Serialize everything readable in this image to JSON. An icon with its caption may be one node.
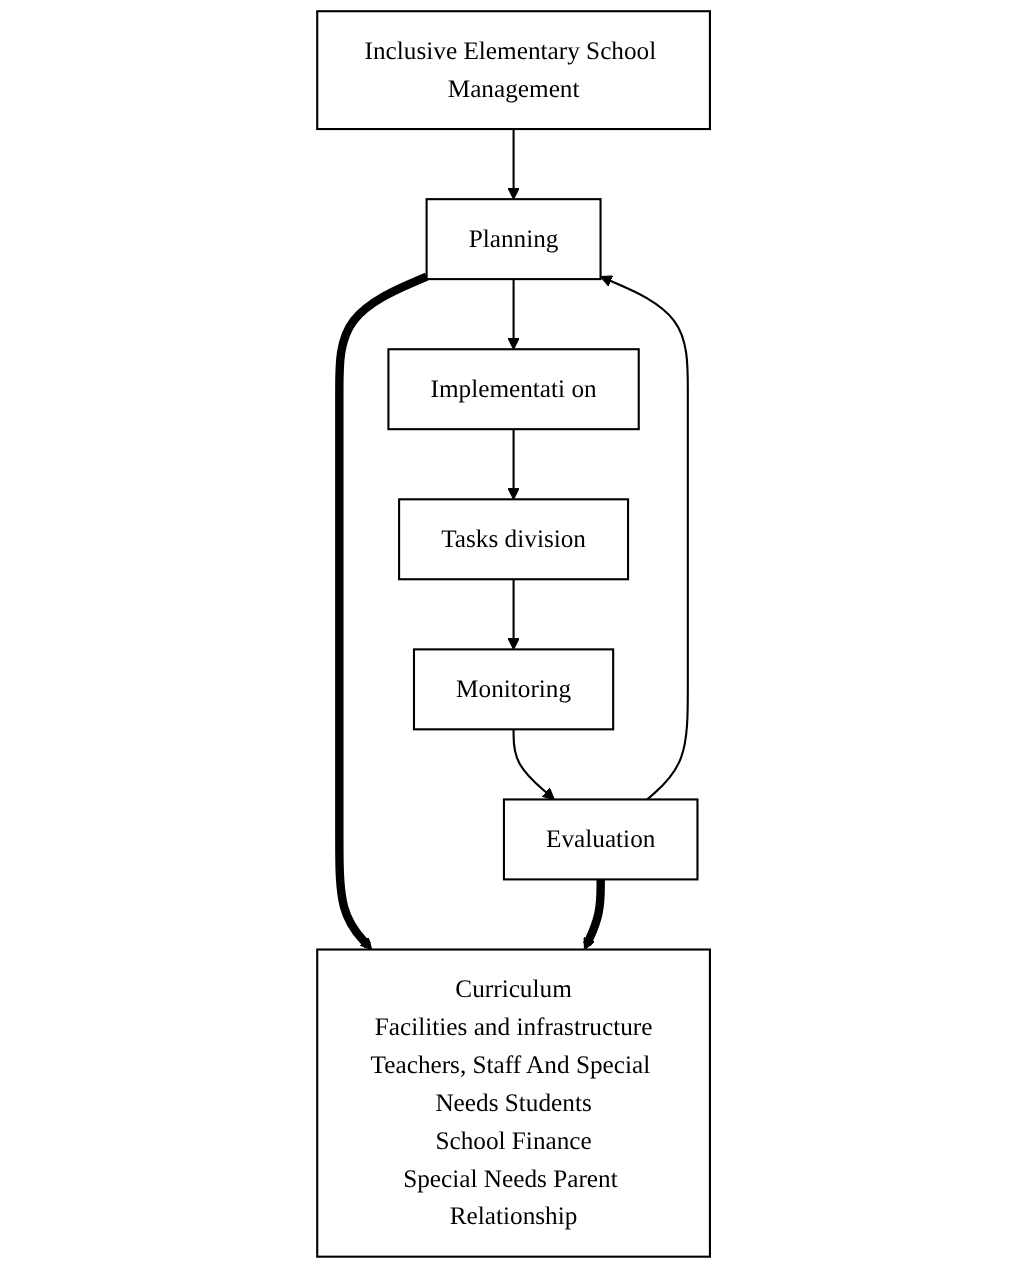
{
  "diagram": {
    "nodes": [
      {
        "text": [
          "Inclusive Elementary School Management"
        ]
      },
      {
        "text": [
          "Planning"
        ]
      },
      {
        "text": [
          "Implementati on"
        ]
      },
      {
        "text": [
          "Tasks division"
        ]
      },
      {
        "text": [
          "Monitoring"
        ]
      },
      {
        "text": [
          "Evaluation"
        ]
      },
      {
        "text": [
          "Curriculum",
          "Facilities and infrastructure",
          "Teachers, Staff And Special Needs Students",
          "School Finance",
          "Special Needs Parent Relationship"
        ]
      }
    ],
    "edges": [
      {
        "from": 0,
        "to": 1,
        "arrow": "to"
      },
      {
        "from": 1,
        "to": 2,
        "arrow": "to"
      },
      {
        "from": 2,
        "to": 3,
        "arrow": "to"
      },
      {
        "from": 3,
        "to": 4,
        "arrow": "to"
      },
      {
        "from": 4,
        "to": 5,
        "arrow": "to"
      },
      {
        "from": 5,
        "to": 1,
        "arrow": "to"
      },
      {
        "from": 1,
        "to": 6,
        "arrow": "to",
        "style": "thick"
      },
      {
        "from": 5,
        "to": 6,
        "arrow": "to",
        "style": "thick"
      }
    ]
  }
}
